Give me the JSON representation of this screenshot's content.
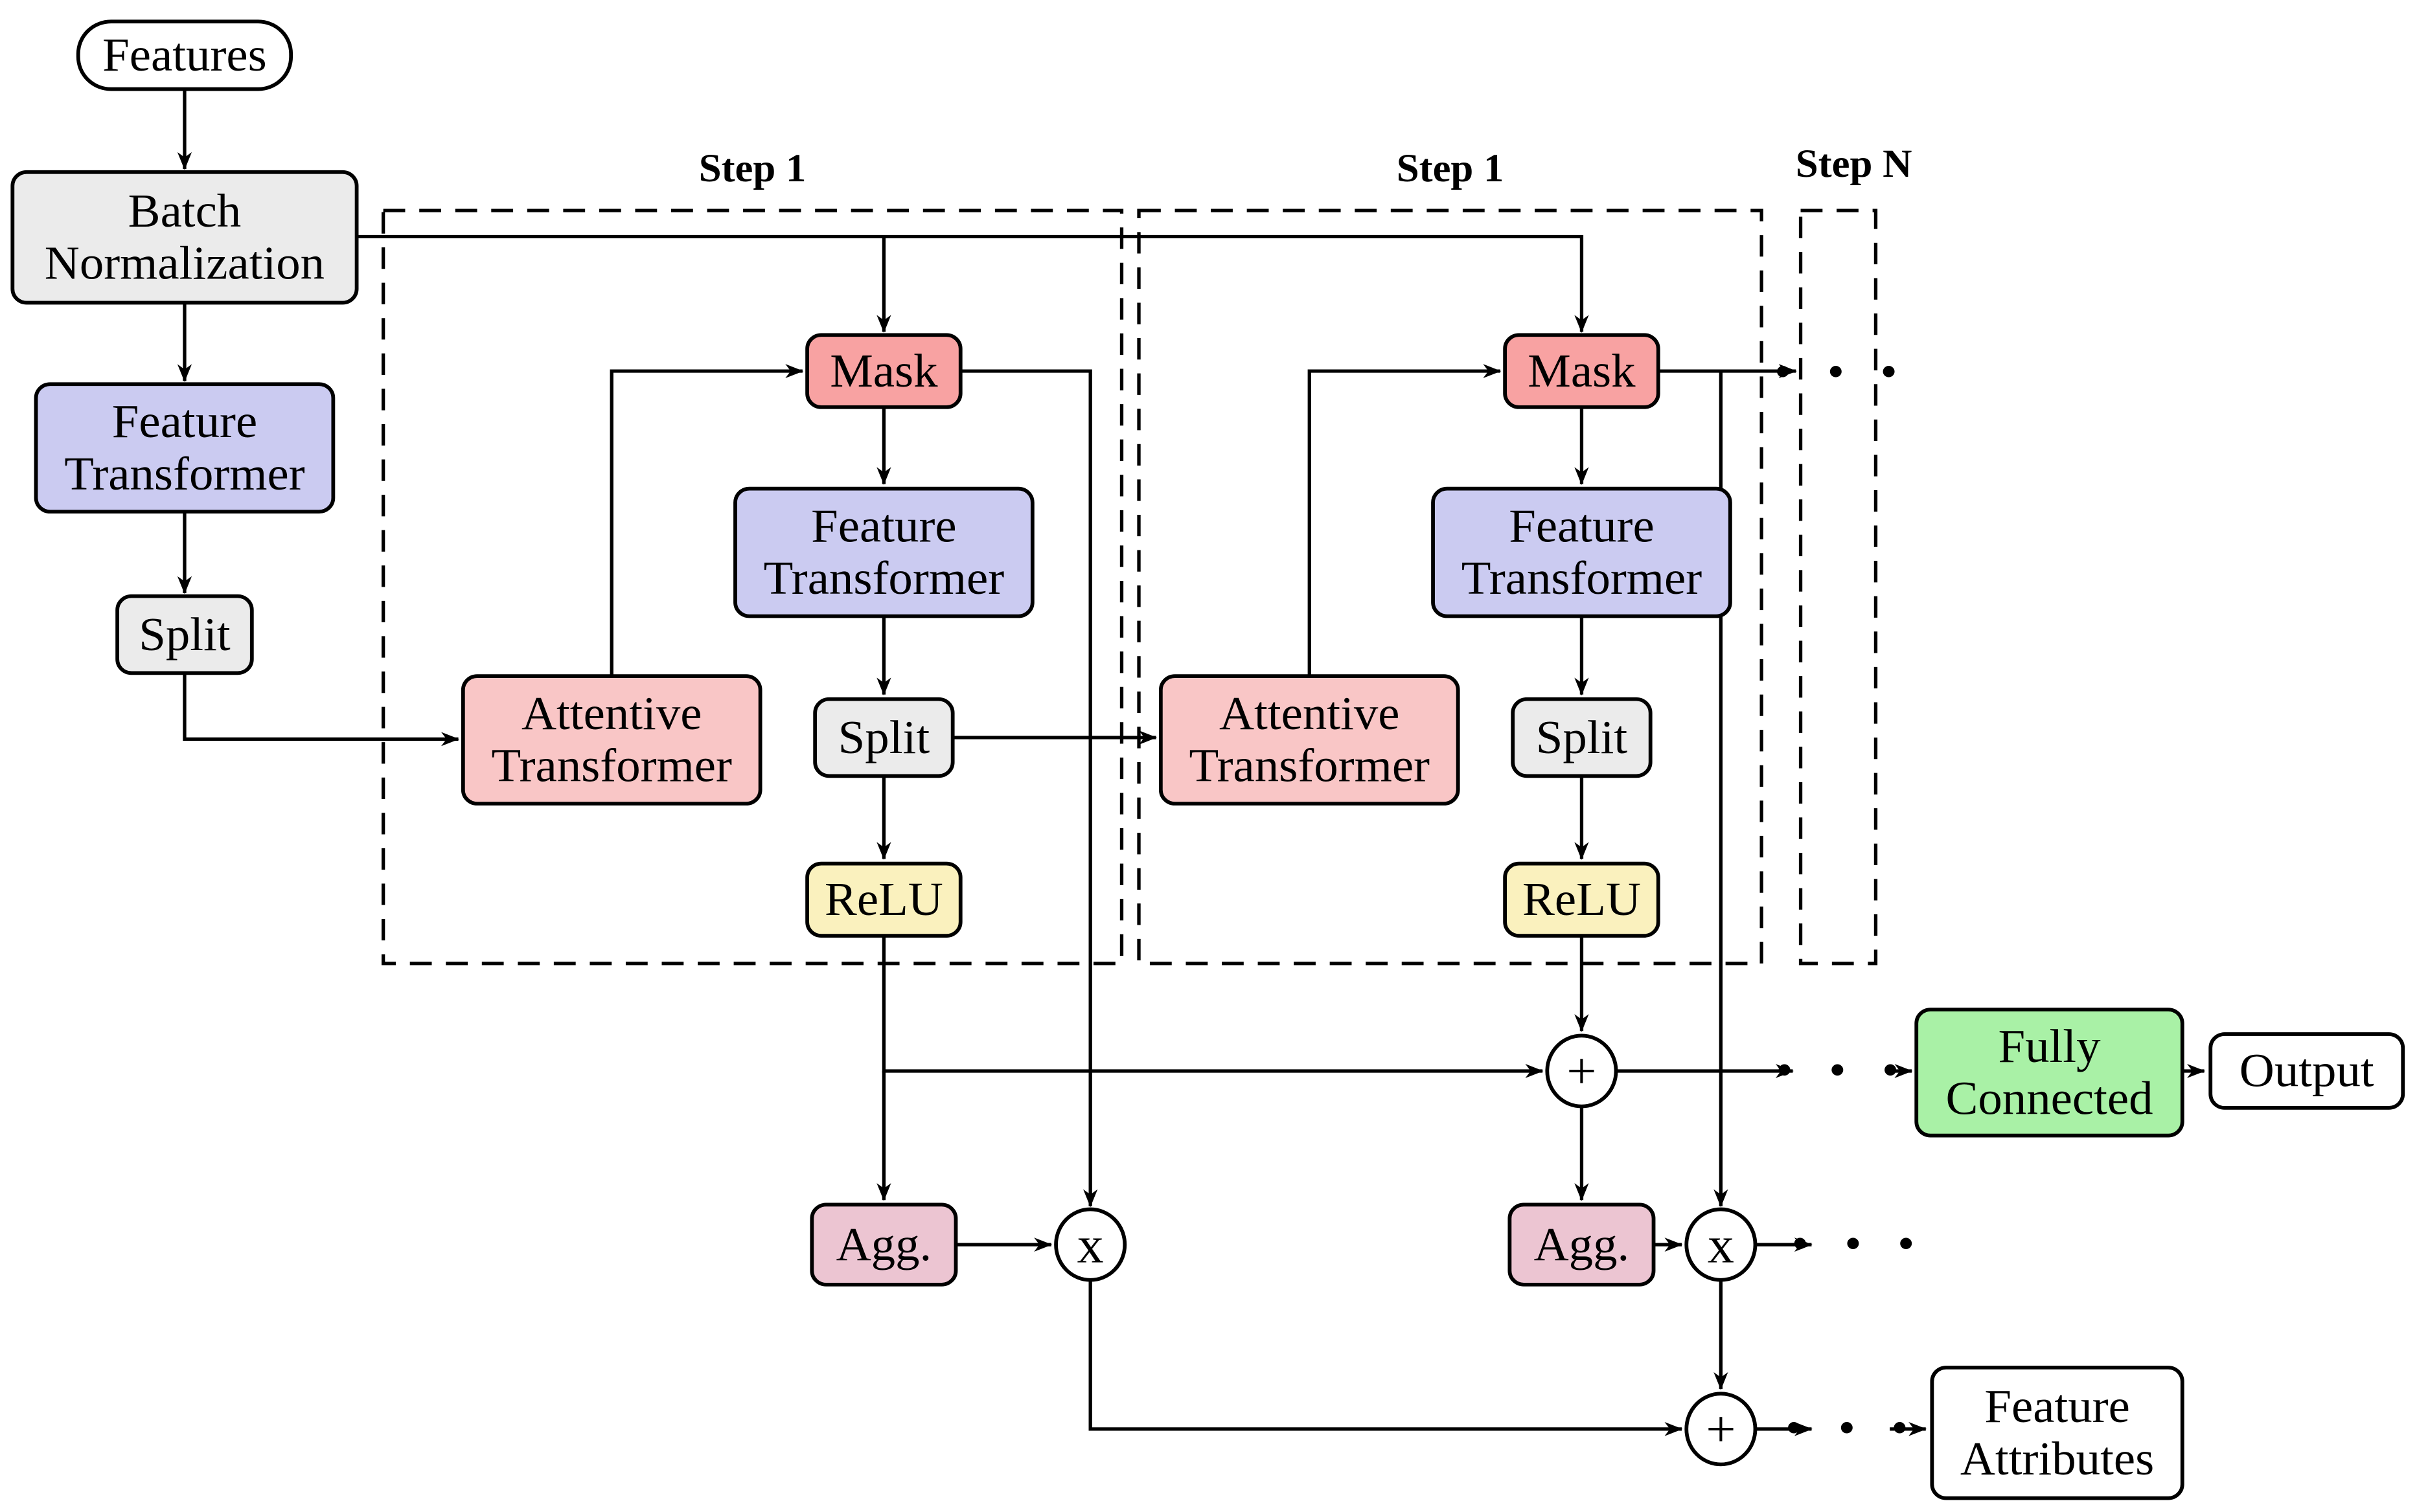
{
  "steps": [
    {
      "label": "Step 1"
    },
    {
      "label": "Step 1"
    },
    {
      "label": "Step N"
    }
  ],
  "nodes": {
    "features": {
      "label": "Features"
    },
    "batch_norm": {
      "line1": "Batch",
      "line2": "Normalization"
    },
    "feature_transformer_0": {
      "line1": "Feature",
      "line2": "Transformer"
    },
    "split_0": {
      "label": "Split"
    },
    "attentive_transformer_1": {
      "line1": "Attentive",
      "line2": "Transformer"
    },
    "mask_1": {
      "label": "Mask"
    },
    "feature_transformer_1": {
      "line1": "Feature",
      "line2": "Transformer"
    },
    "split_1": {
      "label": "Split"
    },
    "relu_1": {
      "label": "ReLU"
    },
    "agg_1": {
      "label": "Agg."
    },
    "attentive_transformer_2": {
      "line1": "Attentive",
      "line2": "Transformer"
    },
    "mask_2": {
      "label": "Mask"
    },
    "feature_transformer_2": {
      "line1": "Feature",
      "line2": "Transformer"
    },
    "split_2": {
      "label": "Split"
    },
    "relu_2": {
      "label": "ReLU"
    },
    "agg_2": {
      "label": "Agg."
    },
    "fully_connected": {
      "line1": "Fully",
      "line2": "Connected"
    },
    "output": {
      "label": "Output"
    },
    "feature_attributes": {
      "line1": "Feature",
      "line2": "Attributes"
    }
  },
  "operators": {
    "multiply": "x",
    "add": "+"
  },
  "ellipsis": "· · ·",
  "colors": {
    "gray": "#EBEBEB",
    "lavender": "#CBCBF1",
    "mask_pink": "#F8A2A2",
    "attentive_pink": "#F9C6C6",
    "relu_yellow": "#FAF1BE",
    "agg_pink": "#ECC5D2",
    "fc_green": "#A9F1A6",
    "white": "#FFFFFF"
  }
}
